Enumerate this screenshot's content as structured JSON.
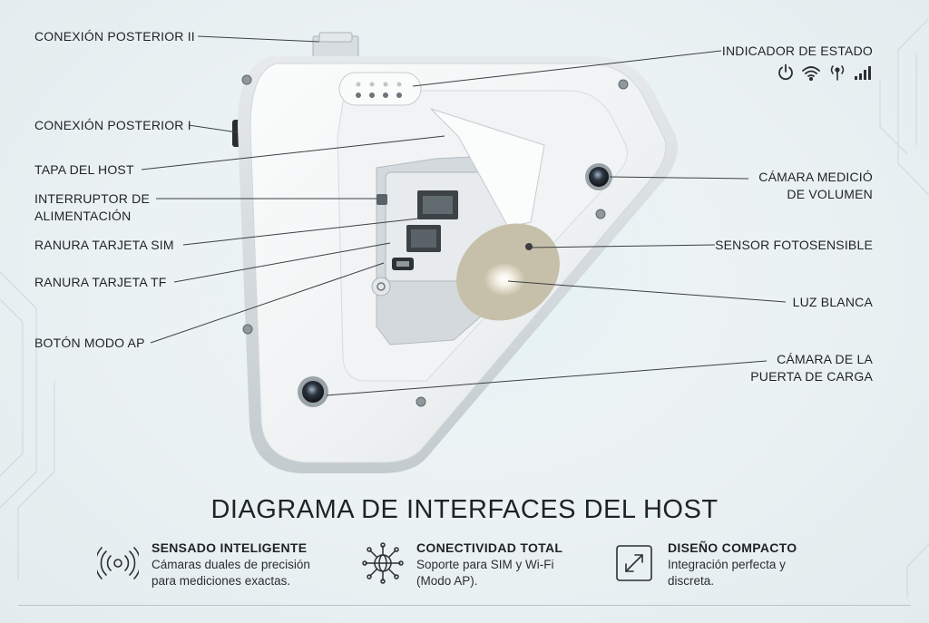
{
  "labels": {
    "back_conn_2": "CONEXIÓN POSTERIOR II",
    "back_conn_1": "CONEXIÓN POSTERIOR I",
    "host_cover": "TAPA DEL HOST",
    "power_switch_1": "INTERRUPTOR DE",
    "power_switch_2": "ALIMENTACIÓN",
    "sim_slot": "RANURA TARJETA SIM",
    "tf_slot": "RANURA TARJETA TF",
    "ap_button": "BOTÓN MODO AP",
    "status_indicator": "INDICADOR DE ESTADO",
    "volume_camera_1": "CÁMARA MEDICIÓ",
    "volume_camera_2": "DE VOLUMEN",
    "light_sensor": "SENSOR FOTOSENSIBLE",
    "white_light": "LUZ BLANCA",
    "door_camera_1": "CÁMARA DE LA",
    "door_camera_2": "PUERTA DE CARGA"
  },
  "title": "DIAGRAMA DE INTERFACES DEL HOST",
  "features": [
    {
      "icon": "signal-waves-icon",
      "heading": "SENSADO INTELIGENTE",
      "line1": "Cámaras duales de precisión",
      "line2": "para mediciones exactas."
    },
    {
      "icon": "network-globe-icon",
      "heading": "CONECTIVIDAD TOTAL",
      "line1": "Soporte para SIM y Wi-Fi",
      "line2": "(Modo AP)."
    },
    {
      "icon": "expand-arrows-icon",
      "heading": "DISEÑO COMPACTO",
      "line1": "Integración perfecta y",
      "line2": "discreta."
    }
  ],
  "status_icons": [
    "power-icon",
    "wifi-icon",
    "antenna-icon",
    "signal-bars-icon"
  ],
  "colors": {
    "text": "#1f2326",
    "device": "#f4f6f7",
    "device_shadow": "#c9d1d5",
    "accent_glow": "#cfeaf0"
  }
}
